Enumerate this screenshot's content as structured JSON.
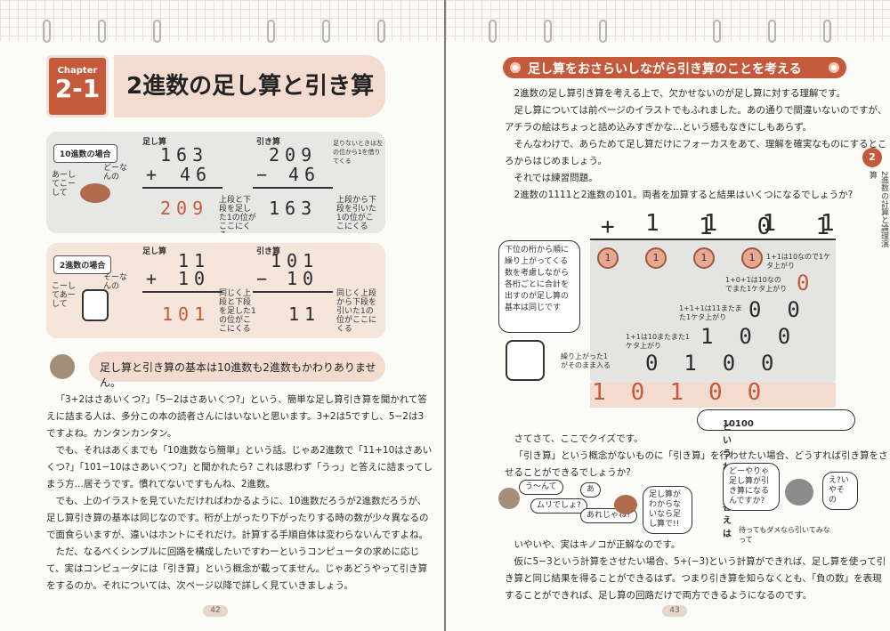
{
  "left_page": {
    "chapter_label": "Chapter",
    "chapter_number": "2-1",
    "title": "2進数の足し算と引き算",
    "illustration": {
      "decimal_label": "10進数の場合",
      "binary_label": "2進数の場合",
      "add_label": "足し算",
      "sub_label": "引き算",
      "dec_add": {
        "top": "163",
        "bottom": "46",
        "result": "209",
        "op": "+"
      },
      "dec_sub": {
        "top": "209",
        "bottom": "46",
        "result": "163",
        "op": "−"
      },
      "bin_add": {
        "top": "11",
        "bottom": "10",
        "result": "101",
        "op": "+"
      },
      "bin_sub": {
        "top": "101",
        "bottom": "10",
        "result": "11",
        "op": "−"
      },
      "note_dec_add": "上段と下段を足した1の位がここにくる",
      "note_dec_sub": "上段から下段を引いた1の位がここにくる",
      "note_dec_sub_top": "足りないときは左の位から1を借りてくる",
      "note_bin_add": "同じく上段と下段を足した1の位がここにくる",
      "note_bin_sub": "同じく上段から下段を引いた1の位がここにくる",
      "speech_dec_1": "あーしてこーして",
      "speech_dec_2": "どーなんの",
      "speech_bin_1": "こーしてあーして",
      "speech_bin_2": "そーなんの"
    },
    "summary": "足し算と引き算の基本は10進数も2進数もかわりありません。",
    "paragraphs": [
      "「3+2はさあいくつ?」「5−2はさあいくつ?」という、簡単な足し算引き算を聞かれて答",
      "えに詰まる人は、多分この本の読者さんにはいないと思います。3+2は5ですし、5−2は3",
      "ですよね。カンタンカンタン。",
      "でも、それはあくまでも「10進数なら簡単」という話。じゃあ2進数で「11+10はさあい",
      "くつ?」「101−10はさあいくつ?」と聞かれたら? これは思わず「うっ」と答えに詰まってし",
      "まう方…居そうです。慣れてないですもんね、2進数。",
      "でも、上のイラストを見ていただければわかるように、10進数だろうが2進数だろうが、",
      "足し算引き算の基本は同じなのです。桁が上がったり下がったりする時の数が少々異なるの",
      "で面食らいますが、違いはホントにそれだけ。計算する手順自体は変わらないんですよね。",
      "ただ、なるべくシンプルに回路を構成したいですわーというコンピュータの求めに応じ",
      "て、実はコンピュータには「引き算」という概念が載ってません。じゃあどうやって引き算",
      "をするのか。それについては、次ページ以降で詳しく見ていきましょう。"
    ],
    "page_number": "42"
  },
  "right_page": {
    "section_heading": "足し算をおさらいしながら引き算のことを考える",
    "side_tab_number": "2",
    "side_tab_text": "2進数の計算と論理演算",
    "paragraphs_top": [
      "2進数の足し算引き算を考える上で、欠かせないのが足し算に対する理解です。",
      "足し算については前ページのイラストでもふれました。あの通りで間違いないのですが、",
      "アチラの絵はちょっと詰め込みすぎかな…という感もなきにしもあらず。",
      "そんなわけで、あらためて足し算だけにフォーカスをあて、理解を確実なものにするとこ",
      "ろからはじめましょう。",
      "それでは練習問題。",
      "2進数の1111と2進数の101。両者を加算すると結果はいくつになるでしょうか?"
    ],
    "quiz": {
      "row1": [
        "1",
        "1",
        "1",
        "1"
      ],
      "row2": [
        "1",
        "0",
        "1"
      ],
      "op": "+",
      "result": [
        "1",
        "0",
        "1",
        "0",
        "0"
      ],
      "carries": [
        "1",
        "1",
        "1",
        "1"
      ],
      "notes": [
        "1+1は10なので1ケタ上がり",
        "1+0+1は10なのでまた1ケタ上がり",
        "1+1+1は11またまた1ケタ上がり",
        "1+1は10またまた1ケタ上がり",
        "繰り上がった1がそのまま入る"
      ],
      "speech": "下位の桁から順に繰り上がってくる数を考慮しながら各桁ごとに合計を出すのが足し算の基本は同じです",
      "answer_label": "というわけで答えは",
      "answer_value": "10100"
    },
    "paragraphs_mid": [
      "さてさて、ここでクイズです。",
      "「引き算」という概念がないものに「引き算」を行わせたい場合、どうすれば引き算をさ",
      "せることができるでしょうか?"
    ],
    "speech_quiz": [
      "う〜んて",
      "ムリでしょ?",
      "あ",
      "あれじゃね?",
      "足し算がわからないなら足し算で!!",
      "どーやりゃ足し算が引き算になるんですか?",
      "え?いやその",
      "待ってもダメなら引いてみなって"
    ],
    "paragraphs_bottom": [
      "いやいや、実はキノコが正解なのです。",
      "仮に5−3という計算をさせたい場合、5+(−3)という計算ができれば、足し算を使って引",
      "き算と同じ結果を得ることができるはず。つまり引き算を知らなくとも、「負の数」を表現",
      "することができれば、足し算の回路だけで両方できるようになるのです。"
    ],
    "page_number": "43"
  },
  "colors": {
    "accent": "#c55a3b",
    "light_accent": "#f3dccf",
    "panel_gray": "#e7e7e5"
  }
}
